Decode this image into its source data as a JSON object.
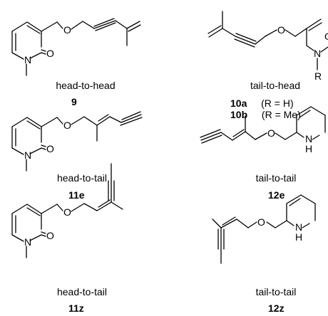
{
  "atoms": {
    "O": "O",
    "N": "N",
    "H": "H",
    "R": "R"
  },
  "compounds": [
    {
      "id": "c9",
      "label": "head-to-head",
      "number": "9"
    },
    {
      "id": "c10",
      "label": "tail-to-head",
      "number": "10a",
      "number_b": "10b",
      "note_a": "(R = H)",
      "note_b": "(R = Me)"
    },
    {
      "id": "c11e",
      "label": "head-to-tail",
      "number": "11e"
    },
    {
      "id": "c12e",
      "label": "tail-to-tail",
      "number": "12e"
    },
    {
      "id": "c11z",
      "label": "head-to-tail",
      "number": "11z"
    },
    {
      "id": "c12z",
      "label": "tail-to-tail",
      "number": "12z"
    }
  ]
}
